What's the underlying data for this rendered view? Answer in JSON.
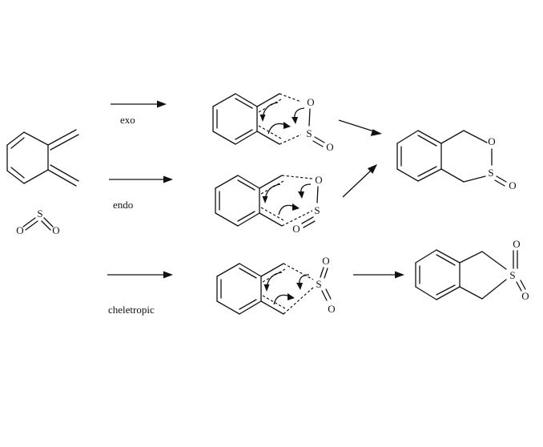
{
  "labels": {
    "exo": "exo",
    "endo": "endo",
    "cheletropic": "cheletropic"
  },
  "atoms": {
    "oxygen": "O",
    "sulfur": "S"
  }
}
